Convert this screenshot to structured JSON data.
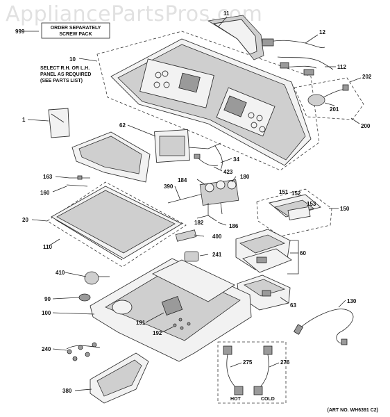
{
  "watermark": "AppliancePartsPros.com",
  "notes": {
    "screw_pack_line1": "ORDER SEPARATELY",
    "screw_pack_line2": "SCREW PACK",
    "panel_line1": "SELECT R.H. OR L.H.",
    "panel_line2": "PANEL AS REQUIRED",
    "panel_line3": "(SEE PARTS LIST)",
    "art_no": "(ART NO. WH6391 C2)",
    "hot": "HOT",
    "cold": "COLD"
  },
  "callouts": {
    "c999": "999",
    "c11": "11",
    "c12": "12",
    "c10": "10",
    "c112": "112",
    "c202": "202",
    "c201": "201",
    "c200": "200",
    "c1": "1",
    "c62": "62",
    "c34": "34",
    "c423": "423",
    "c163": "163",
    "c160": "160",
    "c390": "390",
    "c184": "184",
    "c180": "180",
    "c151": "151",
    "c152": "152",
    "c153": "153",
    "c150": "150",
    "c20": "20",
    "c182": "182",
    "c186": "186",
    "c110": "110",
    "c400": "400",
    "c60": "60",
    "c241": "241",
    "c410": "410",
    "c90": "90",
    "c63": "63",
    "c100": "100",
    "c130": "130",
    "c191": "191",
    "c192": "192",
    "c240": "240",
    "c275": "275",
    "c276": "276",
    "c380": "380"
  }
}
